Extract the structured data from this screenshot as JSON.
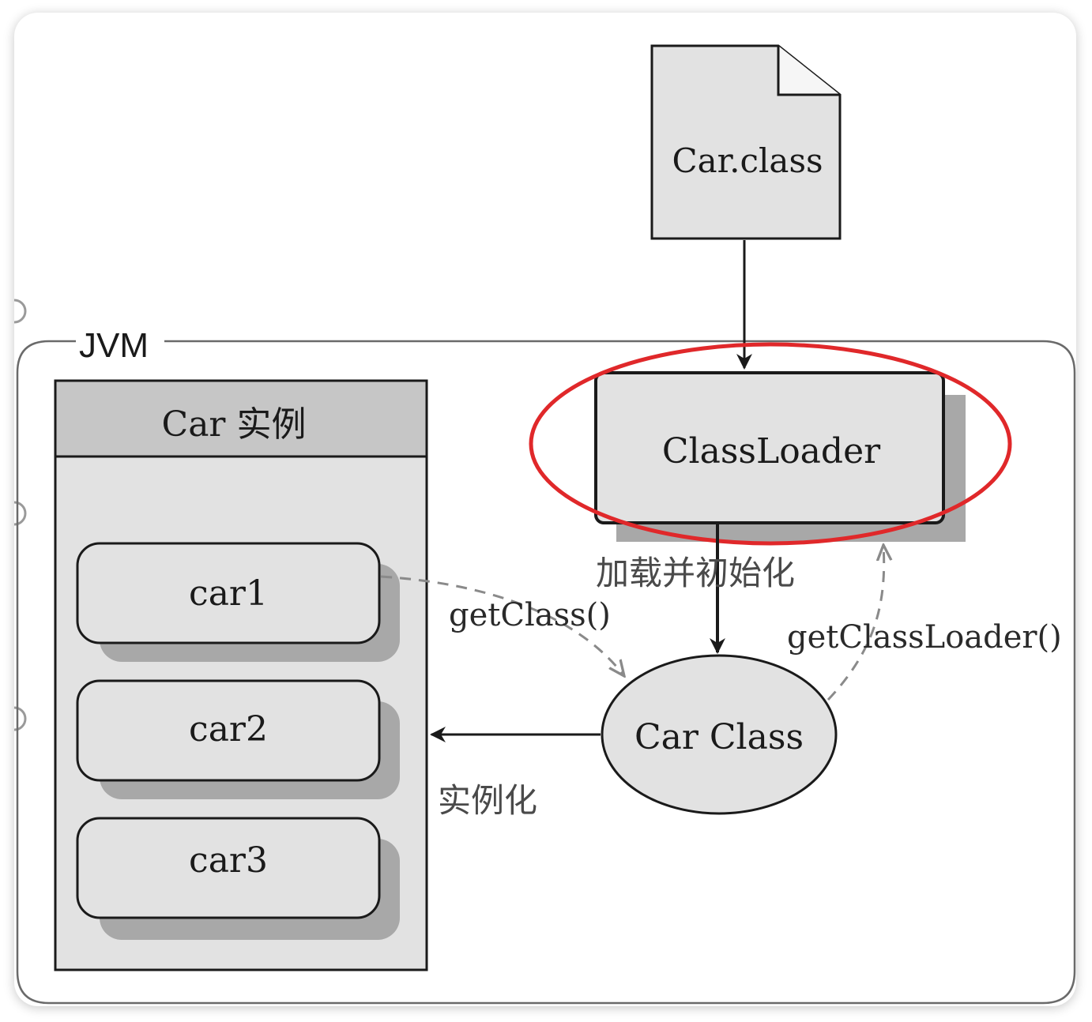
{
  "diagram": {
    "file_node": {
      "label": "Car.class"
    },
    "jvm": {
      "label": "JVM"
    },
    "instances_panel": {
      "title": "Car 实例",
      "items": [
        {
          "label": "car1"
        },
        {
          "label": "car2"
        },
        {
          "label": "car3"
        }
      ]
    },
    "classloader_node": {
      "label": "ClassLoader"
    },
    "car_class_node": {
      "label": "Car Class"
    },
    "edges": {
      "load_init": "加载并初始化",
      "get_class": "getClass()",
      "get_class_loader": "getClassLoader()",
      "instantiate": "实例化"
    },
    "colors": {
      "node_fill": "#e2e2e2",
      "header_fill": "#c6c6c6",
      "shadow": "#a8a8a8",
      "stroke": "#1a1a1a",
      "dashed_edge": "#8a8a8a",
      "highlight": "#e0282a"
    }
  }
}
